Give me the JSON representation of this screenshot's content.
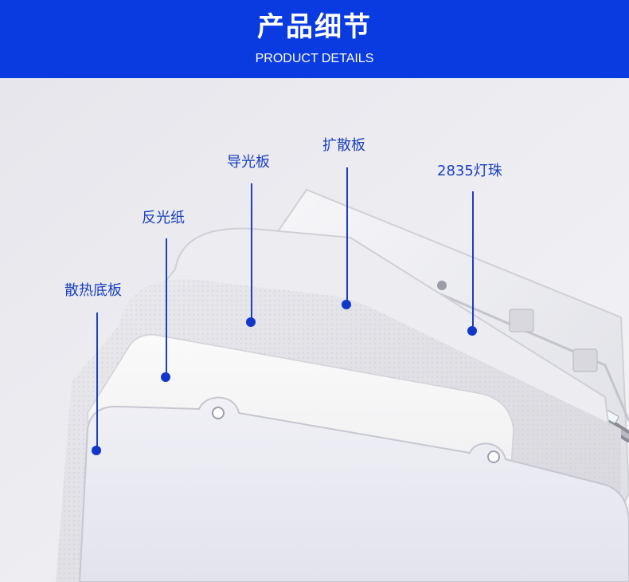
{
  "header": {
    "title": "产品细节",
    "subtitle": "PRODUCT DETAILS",
    "background": "#0a3be0"
  },
  "callouts": {
    "heat_sink": "散热底板",
    "reflector": "反光纸",
    "light_guide": "导光板",
    "diffuser": "扩散板",
    "led": "2835灯珠"
  },
  "accent": "#1a3fbf"
}
